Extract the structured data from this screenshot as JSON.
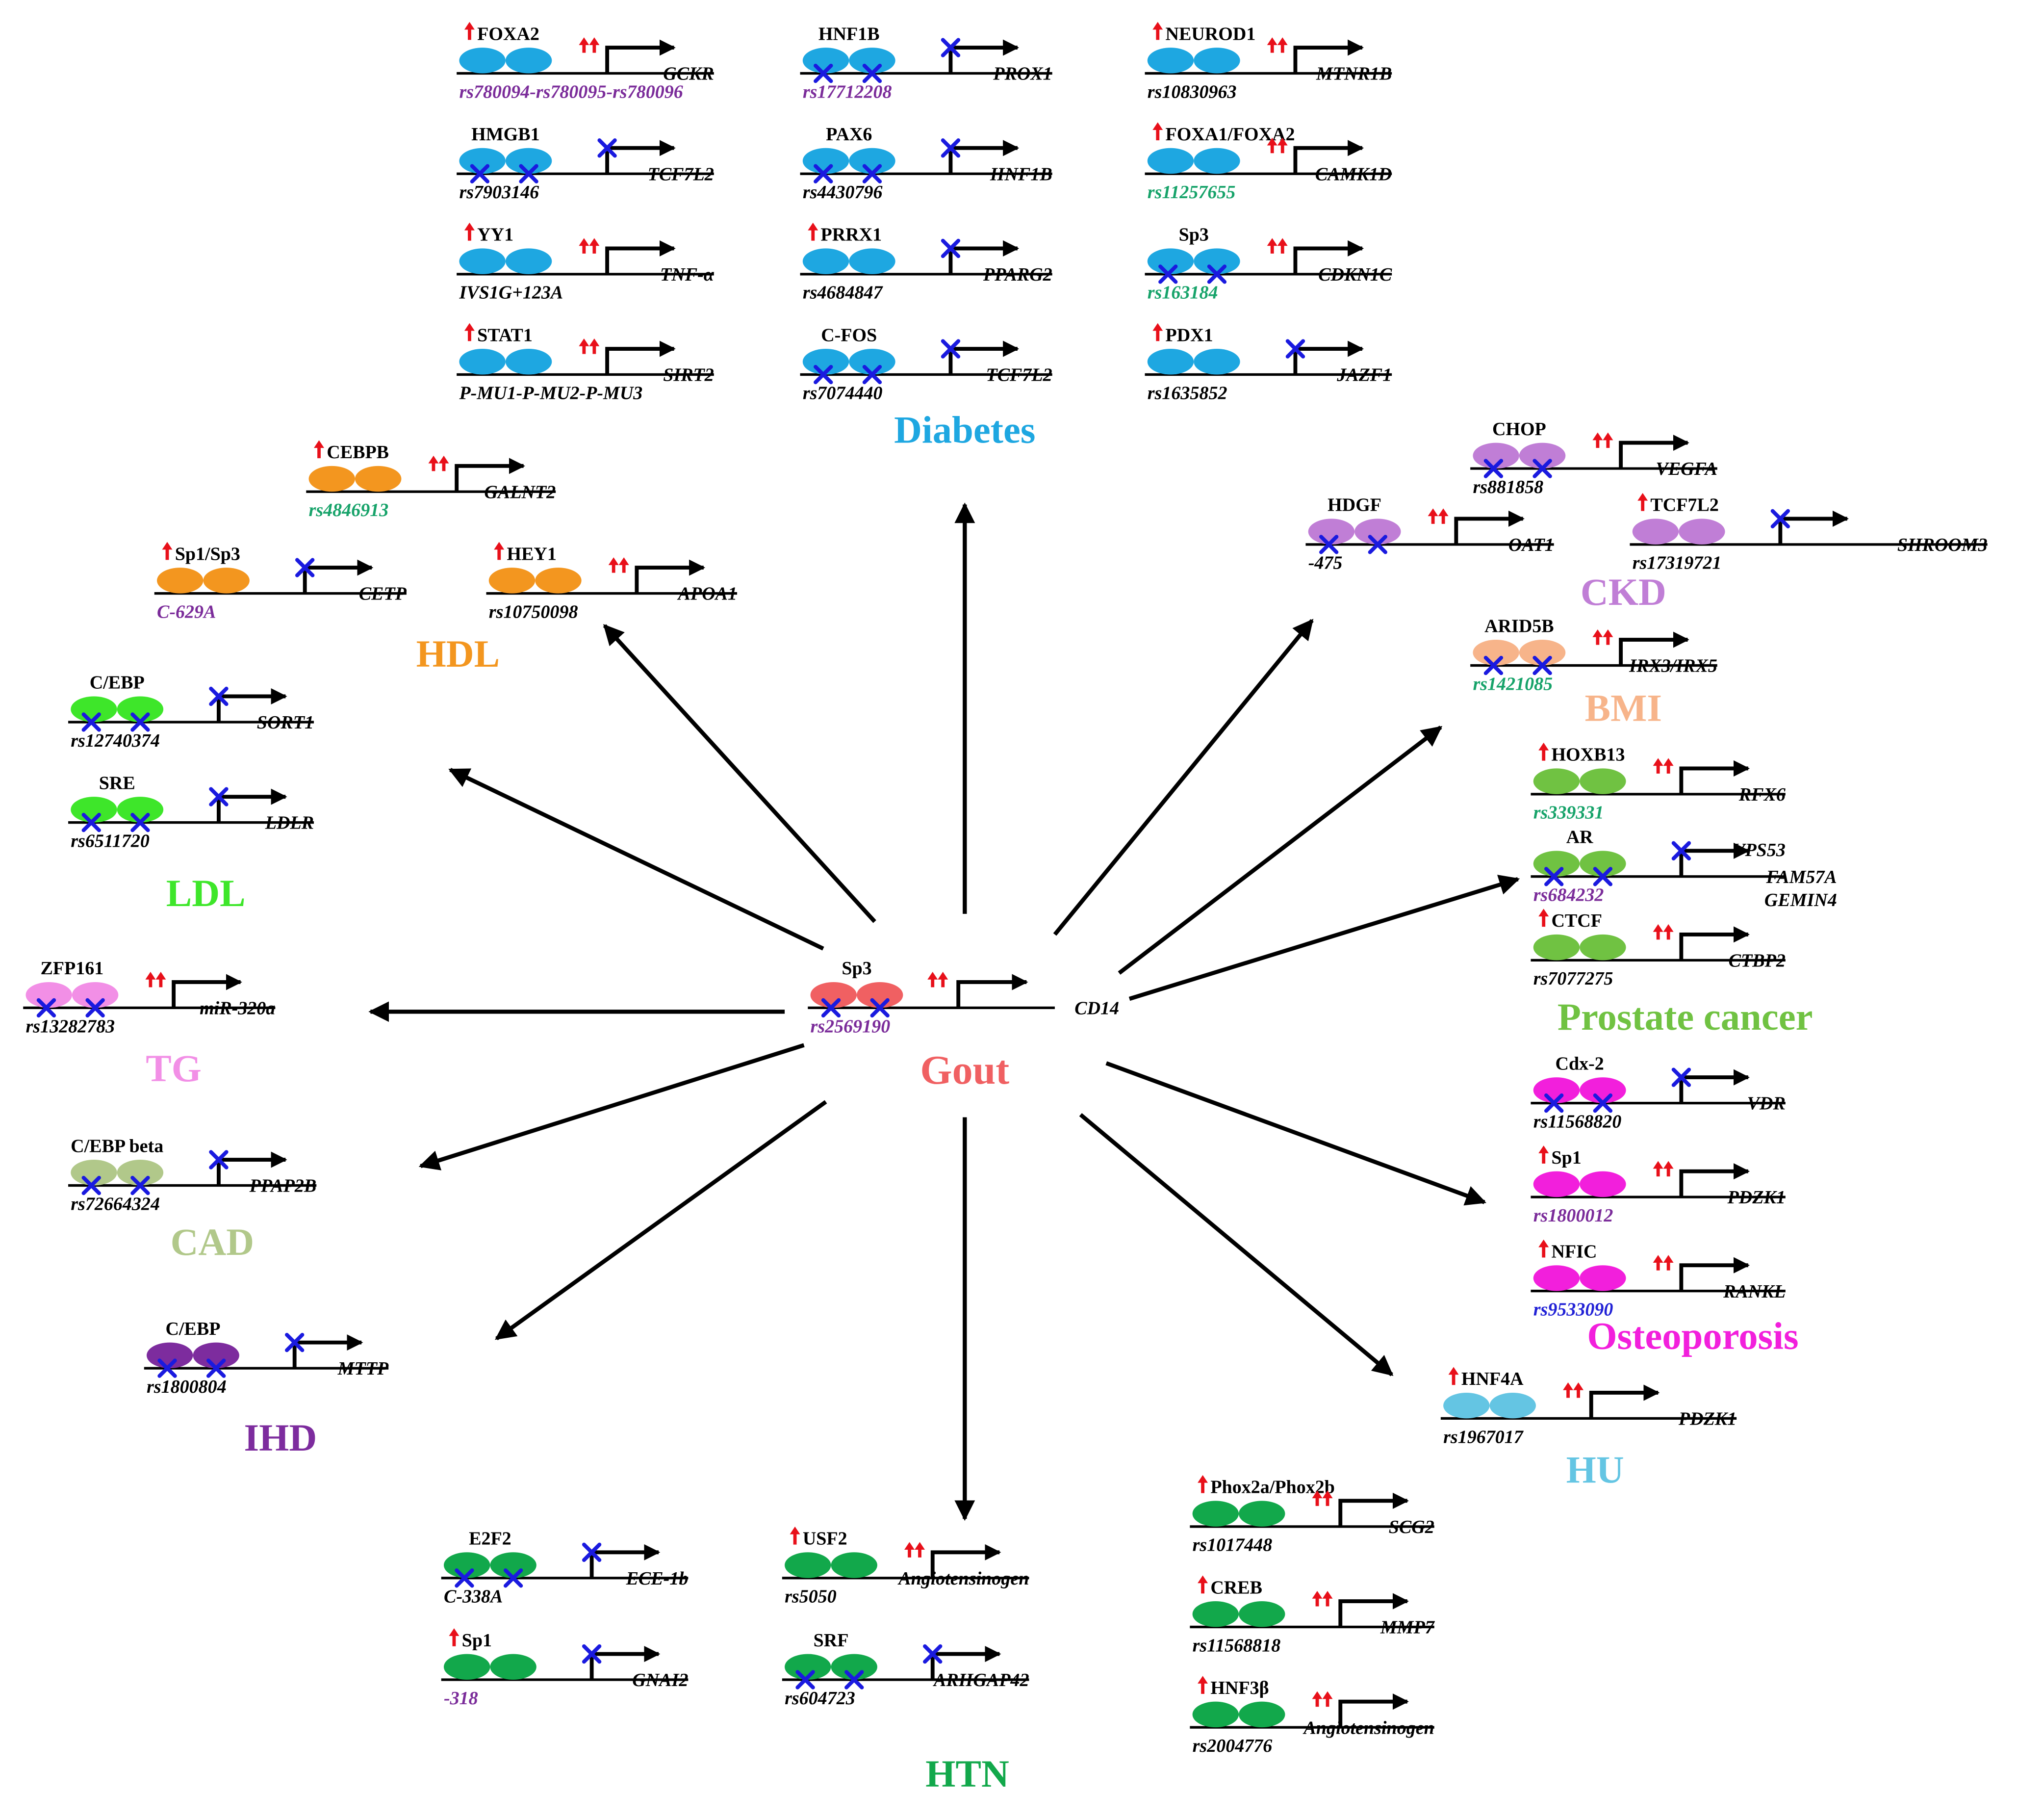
{
  "colors": {
    "diabetes": "#1ea7e1",
    "hdl": "#f3961f",
    "ldl": "#3ee62a",
    "tg": "#f28fe6",
    "cad": "#b1c88a",
    "ihd": "#7d2c9e",
    "htn": "#12a84b",
    "hu": "#64c5e3",
    "osteoporosis": "#f21fdc",
    "prostate": "#70c242",
    "bmi": "#f7b48a",
    "ckd": "#c07ed6",
    "gout": "#f06062",
    "snp_purple": "#7b2c9a",
    "snp_green": "#17a36a",
    "snp_blue": "#2222d6",
    "snp_black": "#000000",
    "up_arrow": "#e8101a",
    "cross": "#1a1adf"
  },
  "center": {
    "disease": "Gout",
    "tf": "Sp3",
    "snp": "rs2569190",
    "gene": "CD14",
    "effect": "up",
    "binding": "blocked"
  },
  "diseases": [
    {
      "id": "diabetes",
      "label": "Diabetes",
      "color": "#1ea7e1"
    },
    {
      "id": "hdl",
      "label": "HDL",
      "color": "#f3961f"
    },
    {
      "id": "ldl",
      "label": "LDL",
      "color": "#3ee62a"
    },
    {
      "id": "tg",
      "label": "TG",
      "color": "#f28fe6"
    },
    {
      "id": "cad",
      "label": "CAD",
      "color": "#b1c88a"
    },
    {
      "id": "ihd",
      "label": "IHD",
      "color": "#7d2c9e"
    },
    {
      "id": "htn",
      "label": "HTN",
      "color": "#12a84b"
    },
    {
      "id": "hu",
      "label": "HU",
      "color": "#64c5e3"
    },
    {
      "id": "osteoporosis",
      "label": "Osteoporosis",
      "color": "#f21fdc"
    },
    {
      "id": "prostate",
      "label": "Prostate cancer",
      "color": "#70c242"
    },
    {
      "id": "bmi",
      "label": "BMI",
      "color": "#f7b48a"
    },
    {
      "id": "ckd",
      "label": "CKD",
      "color": "#c07ed6"
    }
  ],
  "units": [
    {
      "disease": "diabetes",
      "tf": "FOXA2",
      "tf_up": true,
      "snp": "rs780094-rs780095-rs780096",
      "snp_color": "#7b2c9a",
      "gene": "GCKR",
      "effect": "up",
      "binding": "normal"
    },
    {
      "disease": "diabetes",
      "tf": "HNF1B",
      "tf_up": false,
      "snp": "rs17712208",
      "snp_color": "#7b2c9a",
      "gene": "PROX1",
      "effect": "blocked",
      "binding": "blocked"
    },
    {
      "disease": "diabetes",
      "tf": "NEUROD1",
      "tf_up": true,
      "snp": "rs10830963",
      "snp_color": "#000000",
      "gene": "MTNR1B",
      "effect": "up",
      "binding": "normal"
    },
    {
      "disease": "diabetes",
      "tf": "HMGB1",
      "tf_up": false,
      "snp": "rs7903146",
      "snp_color": "#000000",
      "gene": "TCF7L2",
      "effect": "blocked",
      "binding": "blocked"
    },
    {
      "disease": "diabetes",
      "tf": "PAX6",
      "tf_up": false,
      "snp": "rs4430796",
      "snp_color": "#000000",
      "gene": "HNF1B",
      "effect": "blocked",
      "binding": "blocked"
    },
    {
      "disease": "diabetes",
      "tf": "FOXA1/FOXA2",
      "tf_up": true,
      "snp": "rs11257655",
      "snp_color": "#17a36a",
      "gene": "CAMK1D",
      "effect": "up",
      "binding": "normal"
    },
    {
      "disease": "diabetes",
      "tf": "YY1",
      "tf_up": true,
      "snp": "IVS1G+123A",
      "snp_color": "#000000",
      "gene": "TNF-α",
      "effect": "up",
      "binding": "normal"
    },
    {
      "disease": "diabetes",
      "tf": "PRRX1",
      "tf_up": true,
      "snp": "rs4684847",
      "snp_color": "#000000",
      "gene": "PPARG2",
      "effect": "blocked",
      "binding": "normal"
    },
    {
      "disease": "diabetes",
      "tf": "Sp3",
      "tf_up": false,
      "snp": "rs163184",
      "snp_color": "#17a36a",
      "gene": "CDKN1C",
      "effect": "up",
      "binding": "blocked"
    },
    {
      "disease": "diabetes",
      "tf": "STAT1",
      "tf_up": true,
      "snp": "P-MU1-P-MU2-P-MU3",
      "snp_color": "#000000",
      "gene": "SIRT2",
      "effect": "up",
      "binding": "normal"
    },
    {
      "disease": "diabetes",
      "tf": "C-FOS",
      "tf_up": false,
      "snp": "rs7074440",
      "snp_color": "#000000",
      "gene": "TCF7L2",
      "effect": "blocked",
      "binding": "blocked"
    },
    {
      "disease": "diabetes",
      "tf": "PDX1",
      "tf_up": true,
      "snp": "rs1635852",
      "snp_color": "#000000",
      "gene": "JAZF1",
      "effect": "blocked",
      "binding": "normal"
    },
    {
      "disease": "hdl",
      "tf": "CEBPB",
      "tf_up": true,
      "snp": "rs4846913",
      "snp_color": "#17a36a",
      "gene": "GALNT2",
      "effect": "up",
      "binding": "normal"
    },
    {
      "disease": "hdl",
      "tf": "Sp1/Sp3",
      "tf_up": true,
      "snp": "C-629A",
      "snp_color": "#7b2c9a",
      "gene": "CETP",
      "effect": "blocked",
      "binding": "normal"
    },
    {
      "disease": "hdl",
      "tf": "HEY1",
      "tf_up": true,
      "snp": "rs10750098",
      "snp_color": "#000000",
      "gene": "APOA1",
      "effect": "up",
      "binding": "normal"
    },
    {
      "disease": "ldl",
      "tf": "C/EBP",
      "tf_up": false,
      "snp": "rs12740374",
      "snp_color": "#000000",
      "gene": "SORT1",
      "effect": "blocked",
      "binding": "blocked"
    },
    {
      "disease": "ldl",
      "tf": "SRE",
      "tf_up": false,
      "snp": "rs6511720",
      "snp_color": "#000000",
      "gene": "LDLR",
      "effect": "blocked",
      "binding": "blocked"
    },
    {
      "disease": "tg",
      "tf": "ZFP161",
      "tf_up": false,
      "snp": "rs13282783",
      "snp_color": "#000000",
      "gene": "miR-320a",
      "effect": "up",
      "binding": "blocked"
    },
    {
      "disease": "cad",
      "tf": "C/EBP beta",
      "tf_up": false,
      "snp": "rs72664324",
      "snp_color": "#000000",
      "gene": "PPAP2B",
      "effect": "blocked",
      "binding": "blocked"
    },
    {
      "disease": "ihd",
      "tf": "C/EBP",
      "tf_up": false,
      "snp": "rs1800804",
      "snp_color": "#000000",
      "gene": "MTTP",
      "effect": "blocked",
      "binding": "blocked"
    },
    {
      "disease": "htn",
      "tf": "E2F2",
      "tf_up": false,
      "snp": "C-338A",
      "snp_color": "#000000",
      "gene": "ECE-1b",
      "effect": "blocked",
      "binding": "blocked"
    },
    {
      "disease": "htn",
      "tf": "USF2",
      "tf_up": true,
      "snp": "rs5050",
      "snp_color": "#000000",
      "gene": "Angiotensinogen",
      "effect": "up",
      "binding": "normal"
    },
    {
      "disease": "htn",
      "tf": "Sp1",
      "tf_up": true,
      "snp": "-318",
      "snp_color": "#7b2c9a",
      "gene": "GNAI2",
      "effect": "blocked",
      "binding": "normal"
    },
    {
      "disease": "htn",
      "tf": "SRF",
      "tf_up": false,
      "snp": "rs604723",
      "snp_color": "#000000",
      "gene": "ARHGAP42",
      "effect": "blocked",
      "binding": "blocked"
    },
    {
      "disease": "htn",
      "tf": "Phox2a/Phox2b",
      "tf_up": true,
      "snp": "rs1017448",
      "snp_color": "#000000",
      "gene": "SCG2",
      "effect": "up",
      "binding": "normal"
    },
    {
      "disease": "htn",
      "tf": "CREB",
      "tf_up": true,
      "snp": "rs11568818",
      "snp_color": "#000000",
      "gene": "MMP7",
      "effect": "up",
      "binding": "normal"
    },
    {
      "disease": "htn",
      "tf": "HNF3β",
      "tf_up": true,
      "snp": "rs2004776",
      "snp_color": "#000000",
      "gene": "Angiotensinogen",
      "effect": "up",
      "binding": "normal"
    },
    {
      "disease": "hu",
      "tf": "HNF4A",
      "tf_up": true,
      "snp": "rs1967017",
      "snp_color": "#000000",
      "gene": "PDZK1",
      "effect": "up",
      "binding": "normal"
    },
    {
      "disease": "osteoporosis",
      "tf": "Cdx-2",
      "tf_up": false,
      "snp": "rs11568820",
      "snp_color": "#000000",
      "gene": "VDR",
      "effect": "blocked",
      "binding": "blocked"
    },
    {
      "disease": "osteoporosis",
      "tf": "Sp1",
      "tf_up": true,
      "snp": "rs1800012",
      "snp_color": "#7b2c9a",
      "gene": "PDZK1",
      "effect": "up",
      "binding": "normal"
    },
    {
      "disease": "osteoporosis",
      "tf": "NFIC",
      "tf_up": true,
      "snp": "rs9533090",
      "snp_color": "#2222d6",
      "gene": "RANKL",
      "effect": "up",
      "binding": "normal"
    },
    {
      "disease": "prostate",
      "tf": "HOXB13",
      "tf_up": true,
      "snp": "rs339331",
      "snp_color": "#17a36a",
      "gene": "RFX6",
      "effect": "up",
      "binding": "normal"
    },
    {
      "disease": "prostate",
      "tf": "AR",
      "tf_up": false,
      "snp": "rs684232",
      "snp_color": "#7b2c9a",
      "gene": "VPS53",
      "gene2": "FAM57A",
      "gene3": "GEMIN4",
      "effect": "blocked",
      "binding": "blocked"
    },
    {
      "disease": "prostate",
      "tf": "CTCF",
      "tf_up": true,
      "snp": "rs7077275",
      "snp_color": "#000000",
      "gene": "CTBP2",
      "effect": "up",
      "binding": "normal"
    },
    {
      "disease": "bmi",
      "tf": "ARID5B",
      "tf_up": false,
      "snp": "rs1421085",
      "snp_color": "#17a36a",
      "gene": "IRX3/IRX5",
      "effect": "up",
      "binding": "blocked"
    },
    {
      "disease": "ckd",
      "tf": "CHOP",
      "tf_up": false,
      "snp": "rs881858",
      "snp_color": "#000000",
      "gene": "VEGFA",
      "effect": "up",
      "binding": "blocked"
    },
    {
      "disease": "ckd",
      "tf": "HDGF",
      "tf_up": false,
      "snp": "-475",
      "snp_color": "#000000",
      "gene": "OAT1",
      "effect": "up",
      "binding": "blocked"
    },
    {
      "disease": "ckd",
      "tf": "TCF7L2",
      "tf_up": true,
      "snp": "rs17319721",
      "snp_color": "#000000",
      "gene": "SHROOM3",
      "effect": "blocked",
      "binding": "normal"
    }
  ]
}
